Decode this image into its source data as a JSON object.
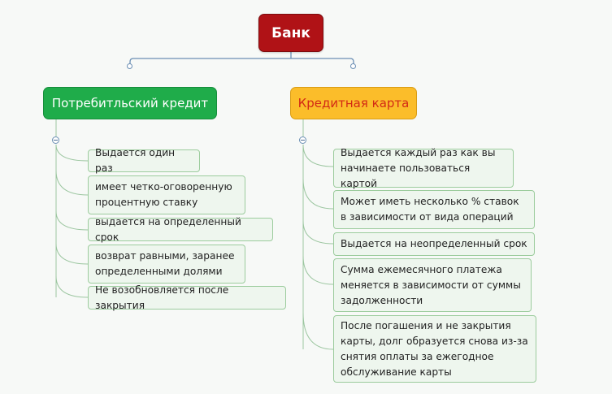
{
  "root": {
    "label": "Банк"
  },
  "branches": [
    {
      "label": "Потребитльский кредит",
      "color": "#1fac4a",
      "items": [
        "Выдается один раз",
        "имеет четко-оговоренную процентную ставку",
        "выдается на определенный срок",
        "возврат равными, заранее определенными долями",
        "Не возобновляется после закрытия"
      ]
    },
    {
      "label": "Кредитная карта",
      "color": "#fbbd2a",
      "items": [
        "Выдается каждый раз как вы начинаете пользоваться картой",
        "Может иметь несколько % ставок в зависимости от вида операций",
        "Выдается на неопределенный срок",
        "Сумма ежемесячного платежа меняется в зависимости от суммы задолженности",
        "После погашения и не закрытия карты, долг образуется снова из-за снятия оплаты за ежегодное обслуживание карты"
      ]
    }
  ]
}
